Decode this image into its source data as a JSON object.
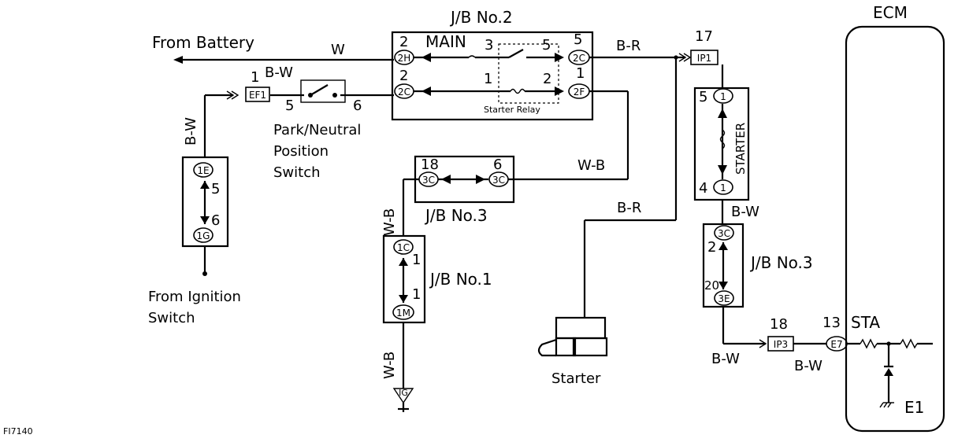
{
  "figure_id": "FI7140",
  "labels": {
    "from_battery": "From Battery",
    "from_ignition_1": "From Ignition",
    "from_ignition_2": "Switch",
    "pn_switch_1": "Park/Neutral",
    "pn_switch_2": "Position",
    "pn_switch_3": "Switch",
    "starter": "Starter",
    "ecm": "ECM",
    "starter_vertical": "STARTER",
    "starter_relay": "Starter Relay",
    "main": "MAIN",
    "jb2": "J/B No.2",
    "jb3_left": "J/B No.3",
    "jb3_right": "J/B No.3",
    "jb1": "J/B No.1",
    "sta": "STA",
    "e1": "E1"
  },
  "wires": {
    "w": "W",
    "bw_top": "B-W",
    "bw_left": "B-W",
    "br_top": "B-R",
    "br_mid": "B-R",
    "wb_right": "W-B",
    "wb_left": "W-B",
    "wb_bottom": "W-B",
    "bw_right": "B-W",
    "bw_bottom1": "B-W",
    "bw_bottom2": "B-W"
  },
  "connectors": {
    "c_2h": "2H",
    "c_2c_l": "2C",
    "c_2c_r": "2C",
    "c_2f": "2F",
    "c_ef1": "EF1",
    "c_ip1": "IP1",
    "c_ip3": "IP3",
    "c_e7": "E7",
    "c_1e": "1E",
    "c_1g": "1G",
    "c_3c_a": "3C",
    "c_3c_b": "3C",
    "c_1c": "1C",
    "c_1m": "1M",
    "c_st5": "1",
    "c_st4": "1",
    "c_3c_r": "3C",
    "c_3e_r": "3E",
    "ground": "IG"
  },
  "pins": {
    "p_2h": "2",
    "p_2c_l": "2",
    "p_relay3": "3",
    "p_relay5": "5",
    "p_2c_r": "5",
    "p_relay1": "1",
    "p_relay2": "2",
    "p_2f": "1",
    "p_ef1": "1",
    "p_sw5": "5",
    "p_sw6": "6",
    "p_ip1": "17",
    "p_st5": "5",
    "p_st4": "4",
    "p_1e": "5",
    "p_1g": "6",
    "p_3c18": "18",
    "p_3c6": "6",
    "p_1c": "1",
    "p_1m": "1",
    "p_jb3r_2": "2",
    "p_jb3r_20": "20",
    "p_ip3": "18",
    "p_e7": "13"
  }
}
